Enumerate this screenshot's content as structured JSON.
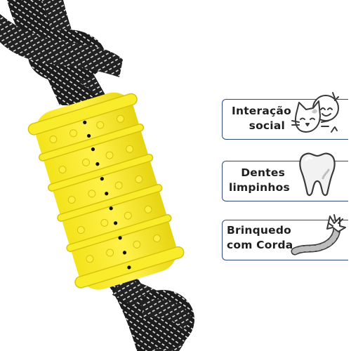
{
  "features": [
    {
      "line1": "Interação",
      "line2": "social",
      "icon": "cat-and-ball-icon"
    },
    {
      "line1": "Dentes",
      "line2": "limpinhos",
      "icon": "tooth-icon"
    },
    {
      "line1": "Brinquedo",
      "line2": "com Corda",
      "icon": "rope-icon"
    }
  ],
  "colors": {
    "toy_yellow": "#f6e81e",
    "rope_dark": "#1c1c1c",
    "badge_border": "#2e4a7a",
    "text": "#1f1f1f"
  }
}
